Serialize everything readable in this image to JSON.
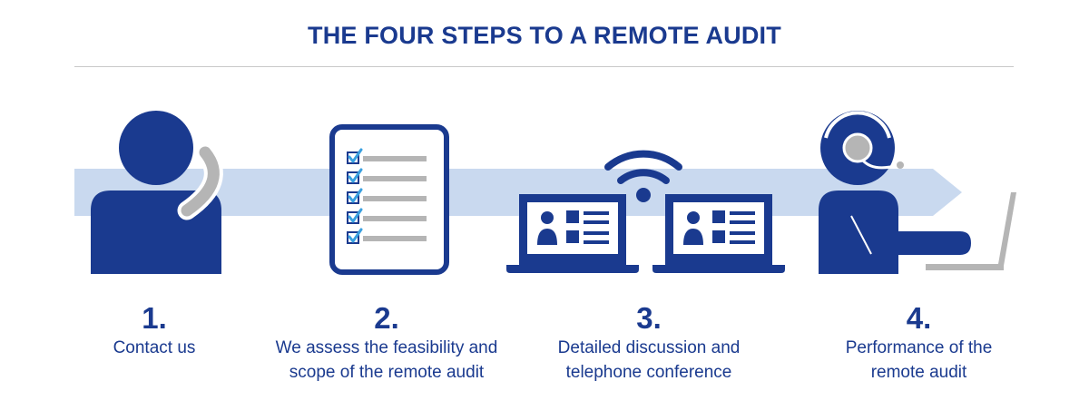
{
  "title": "THE FOUR STEPS TO A REMOTE AUDIT",
  "colors": {
    "primary": "#1a3a8f",
    "arrow": "#c9d9ef",
    "gray": "#b5b5b5",
    "check": "#3aa0e0"
  },
  "icons": [
    "person-phone-icon",
    "checklist-icon",
    "video-conference-icon",
    "headset-laptop-icon"
  ],
  "steps": [
    {
      "num": "1.",
      "line1": "Contact us",
      "line2": ""
    },
    {
      "num": "2.",
      "line1": "We assess the feasibility and",
      "line2": "scope of the remote audit"
    },
    {
      "num": "3.",
      "line1": "Detailed discussion and",
      "line2": "telephone conference"
    },
    {
      "num": "4.",
      "line1": "Performance of the",
      "line2": "remote audit"
    }
  ]
}
